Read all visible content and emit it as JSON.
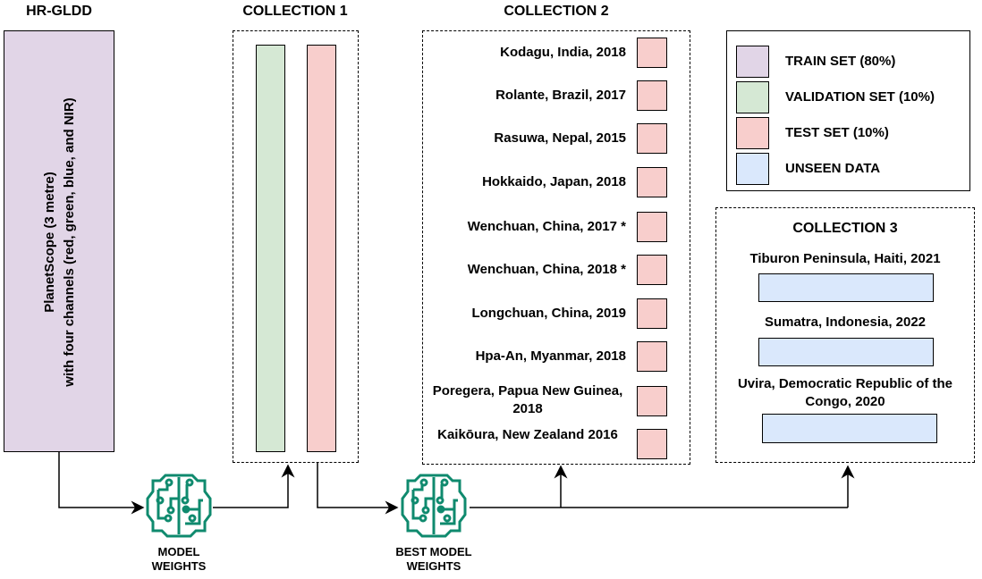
{
  "hrgldd": {
    "title": "HR-GLDD",
    "line1": "PlanetScope (3 metre)",
    "line2": "with four channels (red, green, blue, and NIR)"
  },
  "collection1": {
    "title": "COLLECTION 1"
  },
  "collection2": {
    "title": "COLLECTION 2",
    "items": [
      "Kodagu, India, 2018",
      "Rolante, Brazil, 2017",
      "Rasuwa, Nepal, 2015",
      "Hokkaido, Japan, 2018",
      "Wenchuan, China, 2017 *",
      "Wenchuan, China, 2018 *",
      "Longchuan, China, 2019",
      "Hpa-An, Myanmar, 2018",
      "Poregera, Papua New Guinea, 2018",
      "Kaikōura, New Zealand 2016"
    ]
  },
  "legend": {
    "items": [
      {
        "label": "TRAIN SET (80%)",
        "color": "#e1d5e7"
      },
      {
        "label": "VALIDATION SET (10%)",
        "color": "#d5e8d4"
      },
      {
        "label": "TEST SET (10%)",
        "color": "#f8cecc"
      },
      {
        "label": "UNSEEN DATA",
        "color": "#dae8fc"
      }
    ]
  },
  "collection3": {
    "title": "COLLECTION 3",
    "items": [
      "Tiburon Peninsula, Haiti, 2021",
      "Sumatra, Indonesia, 2022",
      "Uvira, Democratic Republic of the Congo, 2020"
    ]
  },
  "model1": {
    "label": "MODEL WEIGHTS",
    "icon": "brain-circuit-icon"
  },
  "model2": {
    "label": "BEST MODEL WEIGHTS",
    "icon": "brain-circuit-icon"
  },
  "colors": {
    "icon": "#0f8a6e"
  }
}
